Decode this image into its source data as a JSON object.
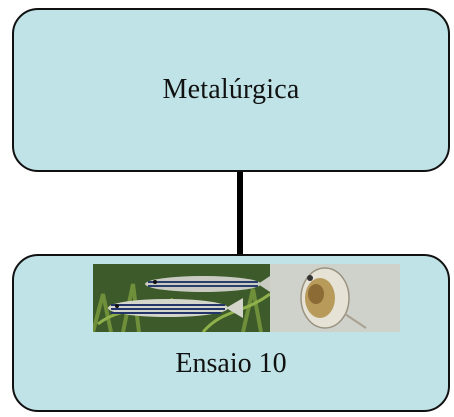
{
  "diagram": {
    "top_node": {
      "label": "Metalúrgica"
    },
    "bottom_node": {
      "label": "Ensaio 10"
    },
    "images": [
      {
        "name": "zebrafish-photo"
      },
      {
        "name": "daphnia-photo"
      }
    ],
    "colors": {
      "box_fill": "#bfe3e6",
      "border": "#111111",
      "connector": "#000000"
    }
  }
}
